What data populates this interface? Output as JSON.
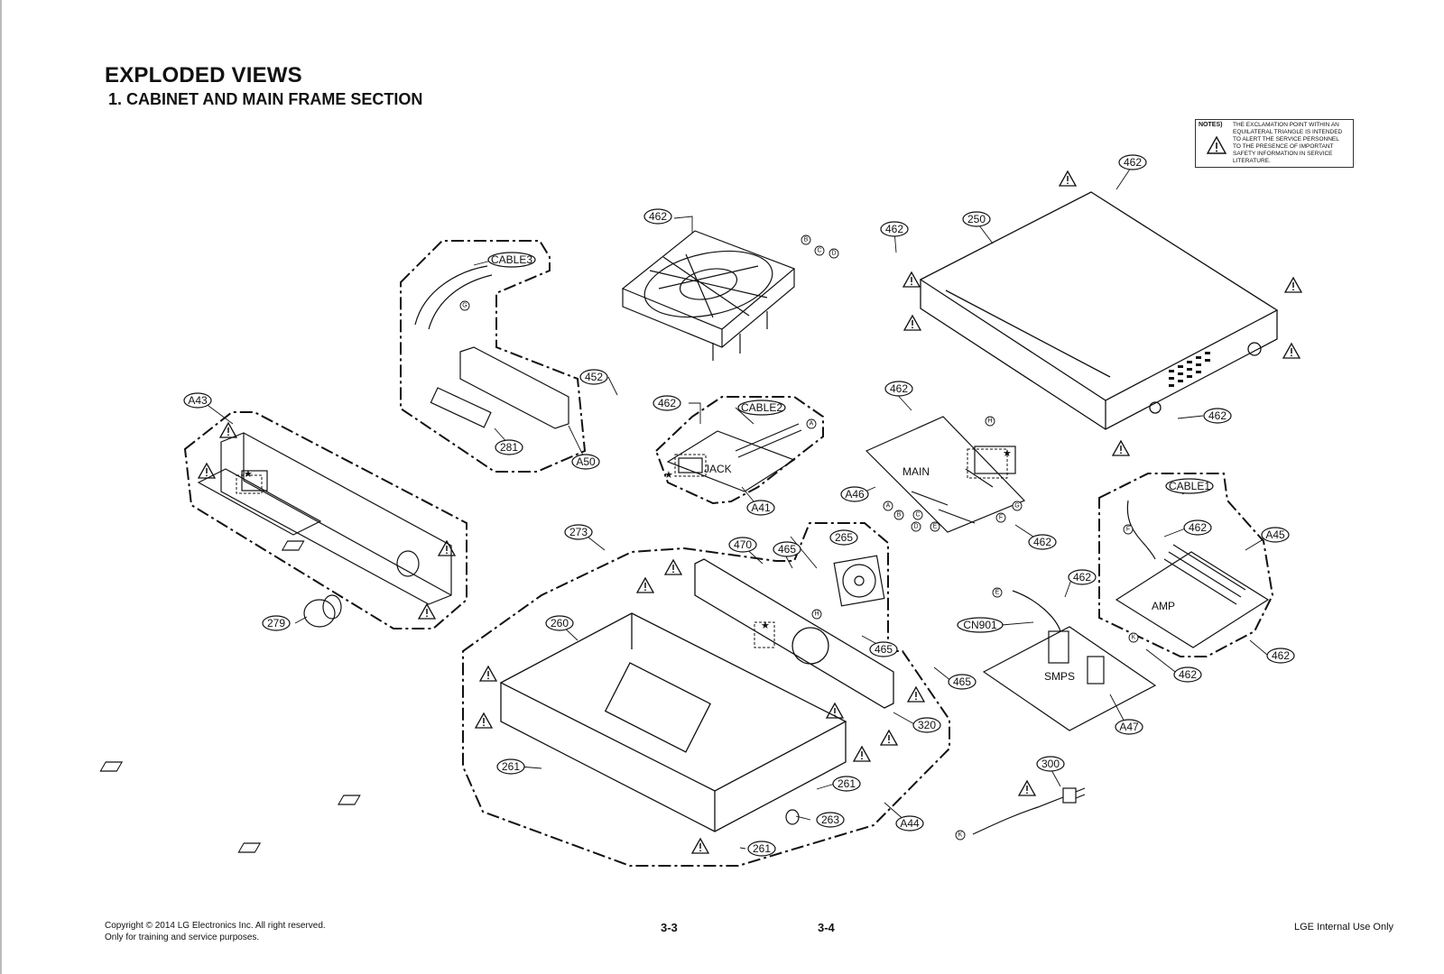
{
  "header": {
    "title": "EXPLODED VIEWS",
    "subtitle": "1. CABINET AND MAIN FRAME SECTION"
  },
  "notes": {
    "label": "NOTES)",
    "text": "THE EXCLAMATION POINT WITHIN AN EQUILATERAL TRIANGLE IS INTENDED TO ALERT THE SERVICE PERSONNEL TO THE PRESENCE OF IMPORTANT SAFETY INFORMATION IN SERVICE LITERATURE."
  },
  "callouts": {
    "c462_top_right": "462",
    "c250": "250",
    "c462_cover_left": "462",
    "c462_drive": "462",
    "cable3": "CABLE3",
    "c452": "452",
    "c281": "281",
    "a50": "A50",
    "a43": "A43",
    "c279": "279",
    "c462_jack": "462",
    "cable2": "CABLE2",
    "a41": "A41",
    "c462_main": "462",
    "a46": "A46",
    "c462_main_right": "462",
    "c462_cover_right": "462",
    "cable1": "CABLE1",
    "c462_amp_left": "462",
    "a45": "A45",
    "c462_amp_right": "462",
    "c462_smps_top": "462",
    "cn901": "CN901",
    "c462_smps_right": "462",
    "a47": "A47",
    "c273": "273",
    "c470": "470",
    "c465_top": "465",
    "c265": "265",
    "c260": "260",
    "c465_mid": "465",
    "c465_low": "465",
    "c320": "320",
    "c261_left": "261",
    "c261_right": "261",
    "c263": "263",
    "a44": "A44",
    "c261_bottom": "261",
    "c300": "300"
  },
  "board_labels": {
    "jack": "JACK",
    "main": "MAIN",
    "amp": "AMP",
    "smps": "SMPS"
  },
  "connectors": {
    "a": "A",
    "b": "B",
    "c": "C",
    "d": "D",
    "e": "E",
    "f": "F",
    "g": "G",
    "h": "H",
    "k": "K"
  },
  "footer": {
    "copyright_line1": "Copyright © 2014 LG Electronics Inc. All right reserved.",
    "copyright_line2": "Only for training and service purposes.",
    "page_left": "3-3",
    "page_right": "3-4",
    "internal": "LGE Internal Use Only"
  }
}
